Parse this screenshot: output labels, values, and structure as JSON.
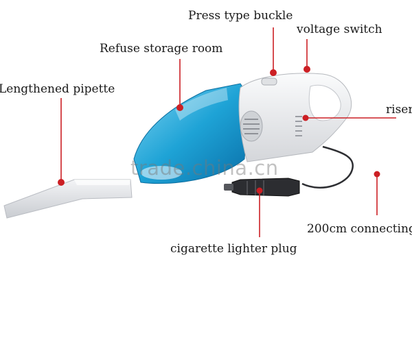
{
  "labels": {
    "press_type_buckle": "Press type buckle",
    "voltage_switch": "voltage switch",
    "refuse_storage_room": "Refuse storage room",
    "lengthened_pipette": "Lengthened pipette",
    "riser": "riser",
    "connecting_cable": "200cm connecting",
    "cigarette_lighter_plug": "cigarette lighter plug"
  },
  "watermark": "trade.china.cn",
  "colors": {
    "leader_line": "#cc1f24",
    "dust_cup": "#1ea3d6",
    "body": "#ecedf0",
    "text": "#1a1a1a"
  },
  "icons": [
    "handheld-car-vacuum-icon"
  ]
}
